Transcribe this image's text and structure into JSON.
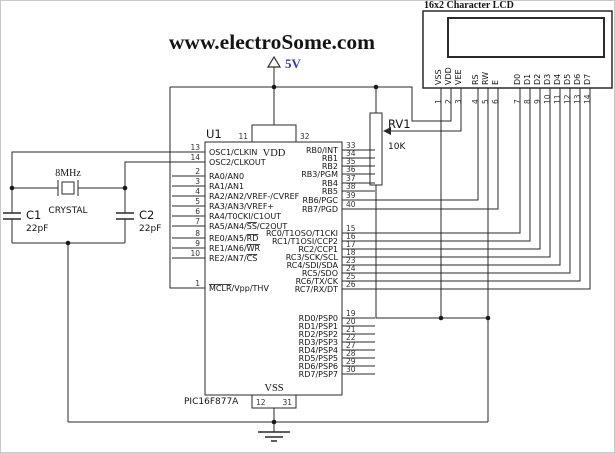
{
  "title": "www.electroSome.com",
  "power": {
    "label": "5V"
  },
  "colors": {
    "wire": "#2a2a2a",
    "power_blue": "#3636c2",
    "background": "#ffffff"
  },
  "mcu": {
    "designator": "U1",
    "part": "PIC16F877A",
    "vdd": {
      "label": "VDD",
      "pin_left": "11",
      "pin_right": "32"
    },
    "vss": {
      "label": "VSS",
      "pin_left": "12",
      "pin_right": "31"
    },
    "left_pins": [
      {
        "num": "13",
        "label": "OSC1/CLKIN"
      },
      {
        "num": "14",
        "label": "OSC2/CLKOUT"
      },
      {
        "num": "2",
        "label": "RA0/AN0"
      },
      {
        "num": "3",
        "label": "RA1/AN1"
      },
      {
        "num": "4",
        "label": "RA2/AN2/VREF-/CVREF"
      },
      {
        "num": "5",
        "label": "RA3/AN3/VREF+"
      },
      {
        "num": "6",
        "label": "RA4/T0CKI/C1OUT"
      },
      {
        "num": "7",
        "label": "RA5/AN4/{SS}/C2OUT"
      },
      {
        "num": "8",
        "label": "RE0/AN5/{RD}"
      },
      {
        "num": "9",
        "label": "RE1/AN6/{WR}"
      },
      {
        "num": "10",
        "label": "RE2/AN7/{CS}"
      },
      {
        "num": "1",
        "label": "{MCLR}/Vpp/THV"
      }
    ],
    "right_pins": [
      {
        "num": "33",
        "label": "RB0/INT"
      },
      {
        "num": "34",
        "label": "RB1"
      },
      {
        "num": "35",
        "label": "RB2"
      },
      {
        "num": "36",
        "label": "RB3/PGM"
      },
      {
        "num": "37",
        "label": "RB4"
      },
      {
        "num": "38",
        "label": "RB5"
      },
      {
        "num": "39",
        "label": "RB6/PGC"
      },
      {
        "num": "40",
        "label": "RB7/PGD"
      },
      {
        "num": "15",
        "label": "RC0/T1OSO/T1CKI"
      },
      {
        "num": "16",
        "label": "RC1/T1OSI/CCP2"
      },
      {
        "num": "17",
        "label": "RC2/CCP1"
      },
      {
        "num": "18",
        "label": "RC3/SCK/SCL"
      },
      {
        "num": "23",
        "label": "RC4/SDI/SDA"
      },
      {
        "num": "24",
        "label": "RC5/SDO"
      },
      {
        "num": "25",
        "label": "RC6/TX/CK"
      },
      {
        "num": "26",
        "label": "RC7/RX/DT"
      },
      {
        "num": "19",
        "label": "RD0/PSP0"
      },
      {
        "num": "20",
        "label": "RD1/PSP1"
      },
      {
        "num": "21",
        "label": "RD2/PSP2"
      },
      {
        "num": "22",
        "label": "RD3/PSP3"
      },
      {
        "num": "27",
        "label": "RD4/PSP4"
      },
      {
        "num": "28",
        "label": "RD5/PSP5"
      },
      {
        "num": "29",
        "label": "RD6/PSP6"
      },
      {
        "num": "30",
        "label": "RD7/PSP7"
      }
    ]
  },
  "lcd": {
    "title": "16x2 Character LCD",
    "pins": [
      {
        "num": "1",
        "label": "VSS"
      },
      {
        "num": "2",
        "label": "VDD"
      },
      {
        "num": "3",
        "label": "VEE"
      },
      {
        "num": "4",
        "label": "RS"
      },
      {
        "num": "5",
        "label": "RW"
      },
      {
        "num": "6",
        "label": "E"
      },
      {
        "num": "7",
        "label": "D0"
      },
      {
        "num": "8",
        "label": "D1"
      },
      {
        "num": "9",
        "label": "D2"
      },
      {
        "num": "10",
        "label": "D3"
      },
      {
        "num": "11",
        "label": "D4"
      },
      {
        "num": "12",
        "label": "D5"
      },
      {
        "num": "13",
        "label": "D6"
      },
      {
        "num": "14",
        "label": "D7"
      }
    ]
  },
  "pot": {
    "designator": "RV1",
    "value": "10K"
  },
  "crystal": {
    "freq": "8MHz",
    "label": "CRYSTAL"
  },
  "c1": {
    "designator": "C1",
    "value": "22pF"
  },
  "c2": {
    "designator": "C2",
    "value": "22pF"
  }
}
